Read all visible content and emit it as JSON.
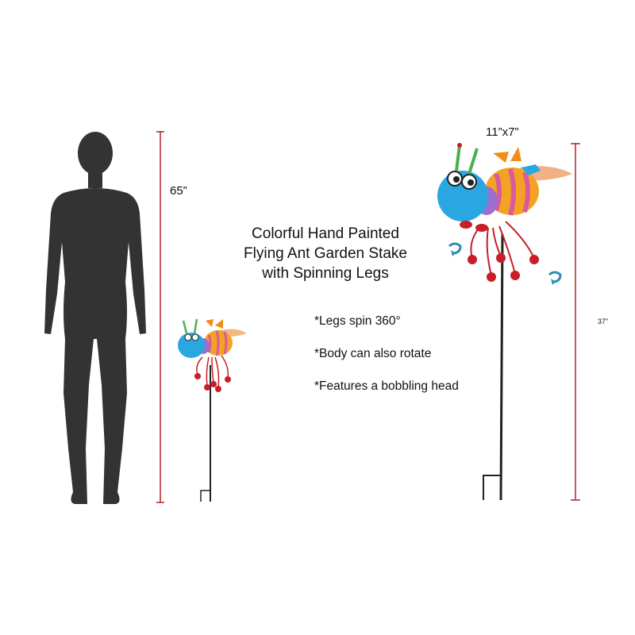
{
  "product": {
    "title_lines": [
      "Colorful Hand Painted",
      "Flying Ant Garden Stake",
      "with Spinning Legs"
    ],
    "features": [
      "*Legs spin 360°",
      "*Body can also rotate",
      "*Features a bobbling head"
    ]
  },
  "dimensions": {
    "person_height": "65”",
    "stake_height": "37”",
    "head_size": "11”x7”"
  },
  "colors": {
    "dimension_line": "#b8202a",
    "silhouette": "#333333",
    "ant_head": "#2aa7e0",
    "ant_body": "#f4a223",
    "ant_stripes": "#d85c9c",
    "ant_legs": "#c81e28",
    "rotate_arrow": "#2a8fb0"
  }
}
